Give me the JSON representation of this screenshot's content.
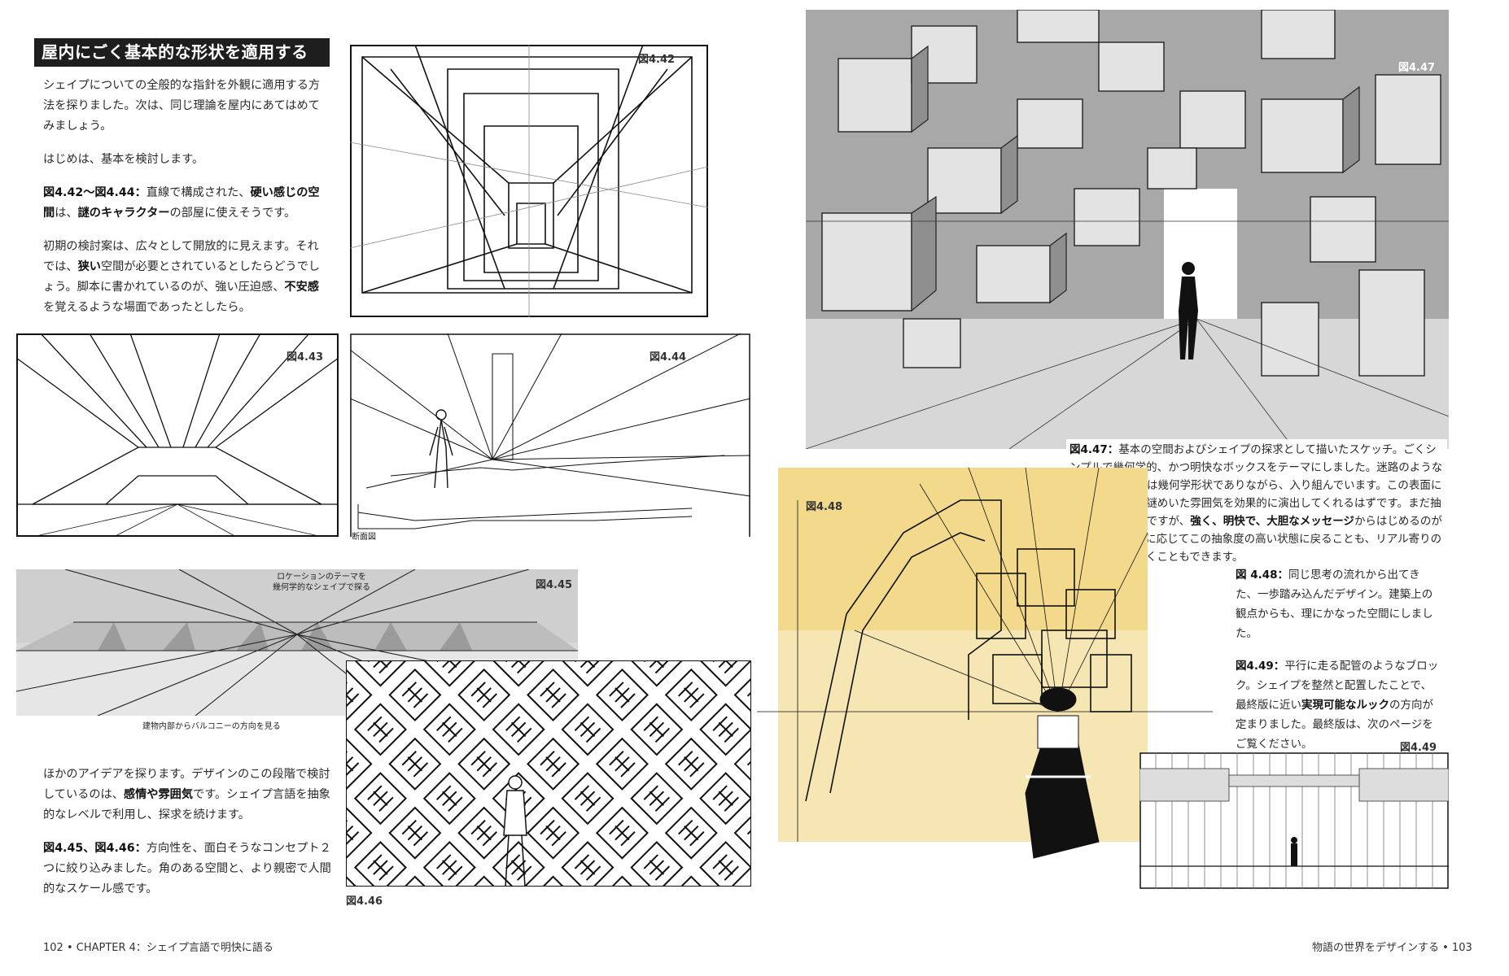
{
  "left_page": {
    "heading": "屋内にごく基本的な形状を適用する",
    "intro_p1": "シェイプについての全般的な指針を外観に適用する方法を探りました。次は、同じ理論を屋内にあてはめてみましょう。",
    "intro_p2": "はじめは、基本を検討します。",
    "p3_bold1": "図4.42〜図4.44：",
    "p3_t1": "直線で構成された、",
    "p3_bold2": "硬い感じの空間",
    "p3_t2": "は、",
    "p3_bold3": "謎のキャラクター",
    "p3_t3": "の部屋に使えそうです。",
    "p4_t1": "初期の検討案は、広々として開放的に見えます。それでは、",
    "p4_bold1": "狭い",
    "p4_t2": "空間が必要とされているとしたらどうでしょう。脚本に書かれているのが、強い圧迫感、",
    "p4_bold2": "不安感",
    "p4_t3": "を覚えるような場面であったとしたら。",
    "p5_t1": "ほかのアイデアを探ります。デザインのこの段階で検討しているのは、",
    "p5_bold1": "感情や雰囲気",
    "p5_t2": "です。シェイプ言語を抽象的なレベルで利用し、探求を続けます。",
    "p6_bold1": "図4.45、図4.46：",
    "p6_t1": "方向性を、面白そうなコンセプト２つに絞り込みました。角のある空間と、より親密で人間的なスケール感です。",
    "fig_442": "図4.42",
    "fig_443": "図4.43",
    "fig_444": "図4.44",
    "fig_445": "図4.45",
    "fig_446": "図4.46",
    "section_note": "断面図",
    "note_445_line1": "ロケーションのテーマを",
    "note_445_line2": "幾何学的なシェイプで探る",
    "note_445_bottom": "建物内部からバルコニーの方向を見る",
    "footer": "102 • CHAPTER 4：シェイプ言語で明快に語る"
  },
  "right_page": {
    "fig_447": "図4.47",
    "fig_448": "図4.48",
    "fig_449": "図4.49",
    "cap447_bold1": "図4.47：",
    "cap447_t1": "基本の空間およびシェイプの探求として描いたスケッチ。ごくシンプルで幾何学的、かつ明快なボックスをテーマにしました。迷路のような空間を囲む“壁”は幾何学形状でありながら、入り組んでいます。この表面にできる明暗は、謎めいた雰囲気を効果的に演出してくれるはずです。まだ抽象度が高い状態ですが、",
    "cap447_bold2": "強く、明快で、大胆なメッセージ",
    "cap447_t2": "からはじめるのが一番です。必要に応じてこの抽象度の高い状態に戻ることも、リアル寄りの描写にもっていくこともできます。",
    "cap448_bold1": "図 4.48：",
    "cap448_t1": "同じ思考の流れから出てきた、一歩踏み込んだデザイン。建築上の観点からも、理にかなった空間にしました。",
    "cap449_bold1": "図4.49：",
    "cap449_t1": "平行に走る配管のようなブロック。シェイプを整然と配置したことで、最終版に近い",
    "cap449_bold2": "実現可能なルック",
    "cap449_t2": "の方向が定まりました。最終版は、次のページをご覧ください。",
    "footer": "物語の世界をデザインする • 103"
  },
  "colors": {
    "heading_bg": "#1e1e1e",
    "yellow_panel": "#f2d98c",
    "gray_render": "#a9a9a9"
  }
}
